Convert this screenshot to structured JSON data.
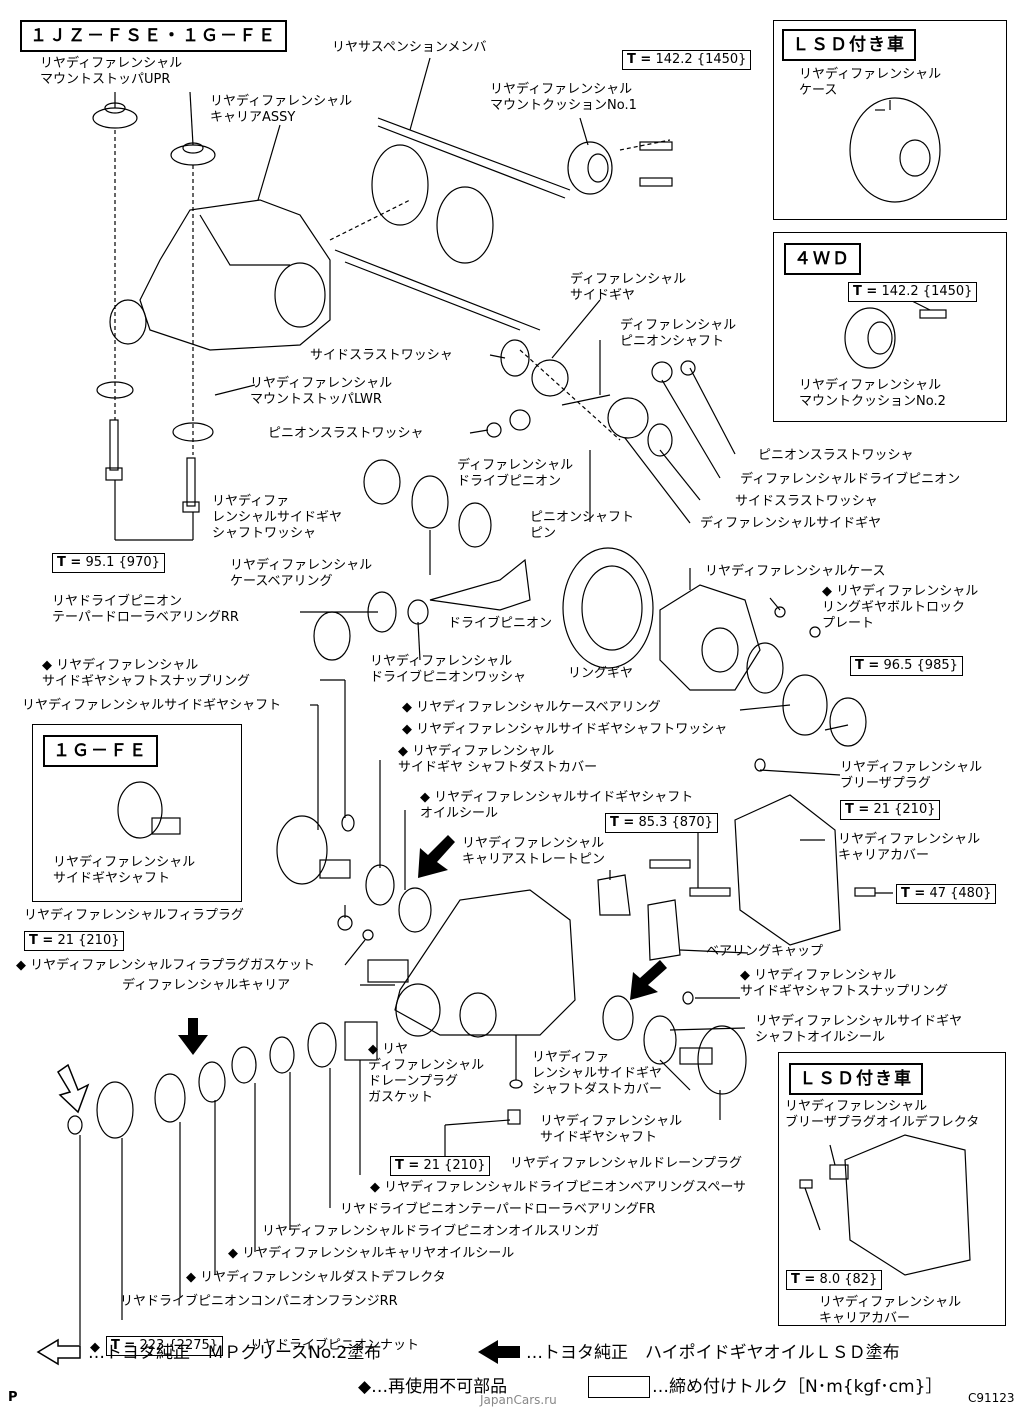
{
  "header": {
    "variant": "１ＪＺ－ＦＳＥ・１Ｇ－ＦＥ"
  },
  "labels": {
    "mount_stopper_upr": "リヤディファレンシャル\nマウントストッパUPR",
    "carrier_assy": "リヤディファレンシャル\nキャリアASSY",
    "suspension_member": "リヤサスペンションメンバ",
    "mount_cushion_no1": "リヤディファレンシャル\nマウントクッションNo.1",
    "side_gear_top": "ディファレンシャル\nサイドギヤ",
    "pinion_shaft_top": "ディファレンシャル\nピニオンシャフト",
    "side_thrust_washer_l": "サイドスラストワッシャ",
    "mount_stopper_lwr": "リヤディファレンシャル\nマウントストッパLWR",
    "pinion_thrust_washer_l": "ピニオンスラストワッシャ",
    "drive_pinion_mid": "ディファレンシャル\nドライブピニオン",
    "side_gear_shaft_washer": "リヤディファ\nレンシャルサイドギヤ\nシャフトワッシャ",
    "pinion_shaft_pin": "ピニオンシャフト\nピン",
    "pinion_thrust_washer_r": "ピニオンスラストワッシャ",
    "diff_drive_pinion_r": "ディファレンシャルドライブピニオン",
    "side_thrust_washer_r": "サイドスラストワッシャ",
    "diff_side_gear_r": "ディファレンシャルサイドギヤ",
    "case_bearing": "リヤディファレンシャル\nケースベアリング",
    "rear_drive_pinion_bearing_rr": "リヤドライブピニオン\nテーパードローラベアリングRR",
    "drive_pinion": "ドライブピニオン",
    "drive_pinion_washer": "リヤディファレンシャル\nドライブピニオンワッシャ",
    "ring_gear": "リングギヤ",
    "diff_case": "リヤディファレンシャルケース",
    "ring_gear_bolt_lock_plate": "リヤディファレンシャル\nリングギヤボルトロック\nプレート",
    "side_gear_shaft_snap_ring_top": "リヤディファレンシャル\nサイドギヤシャフトスナップリング",
    "side_gear_shaft_top": "リヤディファレンシャルサイドギヤシャフト",
    "case_bearing_2": "リヤディファレンシャルケースベアリング",
    "side_gear_shaft_washer_2": "リヤディファレンシャルサイドギヤシャフトワッシャ",
    "side_gear_shaft_dust_cover_top": "リヤディファレンシャル\nサイドギヤ シャフトダストカバー",
    "breather_plug": "リヤディファレンシャル\nブリーザプラグ",
    "side_gear_shaft_oil_seal_top": "リヤディファレンシャルサイドギヤシャフト\nオイルシール",
    "carrier_cover": "リヤディファレンシャル\nキャリアカバー",
    "carrier_straight_pin": "リヤディファレンシャル\nキャリアストレートピン",
    "filler_plug": "リヤディファレンシャルフィラプラグ",
    "filler_plug_gasket": "リヤディファレンシャルフィラプラグガスケット",
    "bearing_cap": "ベアリングキャップ",
    "diff_carrier": "ディファレンシャルキャリア",
    "side_gear_shaft_snap_ring_r": "リヤディファレンシャル\nサイドギヤシャフトスナップリング",
    "side_gear_shaft_oil_seal_r": "リヤディファレンシャルサイドギヤ\nシャフトオイルシール",
    "drain_plug_gasket": "リヤ\nディファレンシャル\nドレーンプラグ\nガスケット",
    "side_gear_shaft_dust_cover_b": "リヤディファ\nレンシャルサイドギヤ\nシャフトダストカバー",
    "side_gear_shaft_b": "リヤディファレンシャル\nサイドギヤシャフト",
    "drain_plug": "リヤディファレンシャルドレーンプラグ",
    "drive_pinion_bearing_spacer": "リヤディファレンシャルドライブピニオンベアリングスペーサ",
    "drive_pinion_bearing_fr": "リヤドライブピニオンテーパードローラベアリングFR",
    "oil_slinger": "リヤディファレンシャルドライブピニオンオイルスリンガ",
    "carrier_oil_seal": "リヤディファレンシャルキャリヤオイルシール",
    "dust_deflector": "リヤディファレンシャルダストデフレクタ",
    "companion_flange": "リヤドライブピニオンコンパニオンフランジRR",
    "drive_pinion_nut": "リヤドライブピニオンナット"
  },
  "panels": {
    "lsd_top": {
      "title": "ＬＳＤ付き車",
      "caption": "リヤディファレンシャル\nケース"
    },
    "wd4": {
      "title": "４ＷＤ",
      "caption": "リヤディファレンシャル\nマウントクッションNo.2"
    },
    "fe1g": {
      "title": "１Ｇ－ＦＥ",
      "caption": "リヤディファレンシャル\nサイドギヤシャフト"
    },
    "lsd_bottom": {
      "title": "ＬＳＤ付き車",
      "caption_top": "リヤディファレンシャル\nブリーザプラグオイルデフレクタ",
      "caption_bottom": "リヤディファレンシャル\nキャリアカバー"
    }
  },
  "torque": {
    "t1": {
      "nm": "142.2",
      "kgf": "{1450}"
    },
    "t2": {
      "nm": "142.2",
      "kgf": "{1450}"
    },
    "t3": {
      "nm": "95.1",
      "kgf": "{970}"
    },
    "t4": {
      "nm": "96.5",
      "kgf": "{985}"
    },
    "t5": {
      "nm": "21",
      "kgf": "{210}"
    },
    "t6": {
      "nm": "85.3",
      "kgf": "{870}"
    },
    "t7": {
      "nm": "47",
      "kgf": "{480}"
    },
    "t8": {
      "nm": "21",
      "kgf": "{210}"
    },
    "t9": {
      "nm": "21",
      "kgf": "{210}"
    },
    "t10": {
      "nm": "8.0",
      "kgf": "{82}"
    },
    "t11": {
      "nm": "223",
      "kgf": "{2275}"
    }
  },
  "torque_prefix": "T =",
  "legend": {
    "mp_grease": "…トヨタ純正　ＭＰグリースNo.2塗布",
    "hypoid_oil": "…トヨタ純正　ハイポイドギヤオイルＬＳＤ塗布",
    "non_reusable": "…再使用不可部品",
    "torque": "…締め付けトルク［N･m{kgf･cm}］"
  },
  "footer": {
    "left_mark": "P",
    "code": "C91123",
    "watermark": "JapanCars.ru"
  },
  "colors": {
    "ink": "#000000",
    "paper": "#ffffff"
  }
}
